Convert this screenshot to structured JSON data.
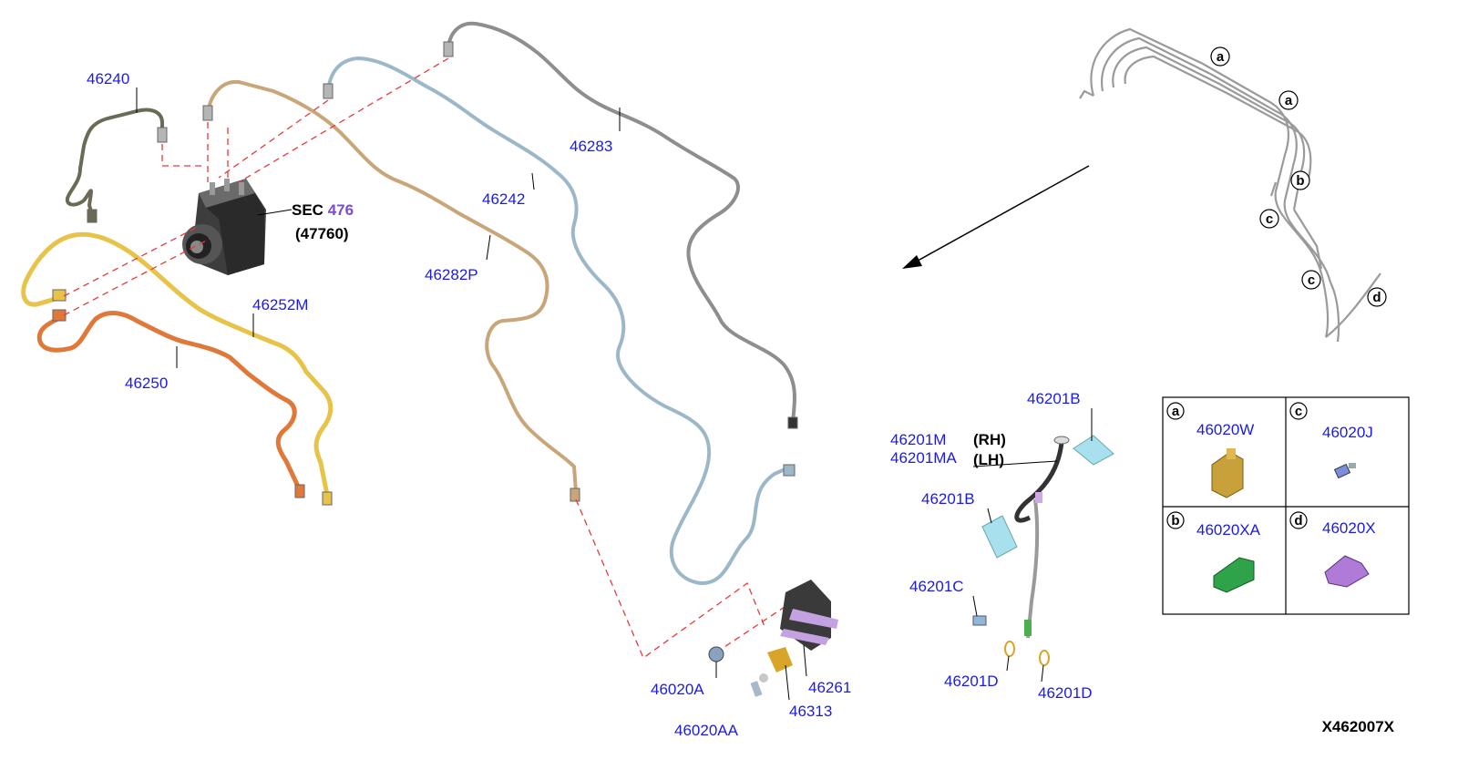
{
  "diagram_id": "X462007X",
  "sec_ref": {
    "prefix": "SEC",
    "number": "476",
    "sub": "(47760)"
  },
  "parts": {
    "p46240": "46240",
    "p46252M": "46252M",
    "p46250": "46250",
    "p46282P": "46282P",
    "p46242": "46242",
    "p46283": "46283",
    "p46261": "46261",
    "p46313": "46313",
    "p46020A": "46020A",
    "p46020AA": "46020AA",
    "p46201M": "46201M",
    "p46201MA": "46201MA",
    "rh": "(RH)",
    "lh": "(LH)",
    "p46201B_top": "46201B",
    "p46201B_mid": "46201B",
    "p46201C": "46201C",
    "p46201D_left": "46201D",
    "p46201D_right": "46201D"
  },
  "overview_callouts": {
    "a1": "a",
    "a2": "a",
    "b": "b",
    "c1": "c",
    "c2": "c",
    "d": "d"
  },
  "legend": [
    {
      "key": "a",
      "part": "46020W",
      "color": "#c9a13a"
    },
    {
      "key": "c",
      "part": "46020J",
      "color": "#7a8fd8"
    },
    {
      "key": "b",
      "part": "46020XA",
      "color": "#2fa34a"
    },
    {
      "key": "d",
      "part": "46020X",
      "color": "#b07ad8"
    }
  ],
  "colors": {
    "tube_yellow": "#e7c34a",
    "tube_orange": "#e0783a",
    "tube_gold": "#c9a67a",
    "tube_blue": "#9cb8c8",
    "tube_grey": "#8e8e8e",
    "tube_dark": "#6a6a55",
    "clip_cyan": "#a8e0ee",
    "bracket_purple": "#9a7ab8"
  }
}
